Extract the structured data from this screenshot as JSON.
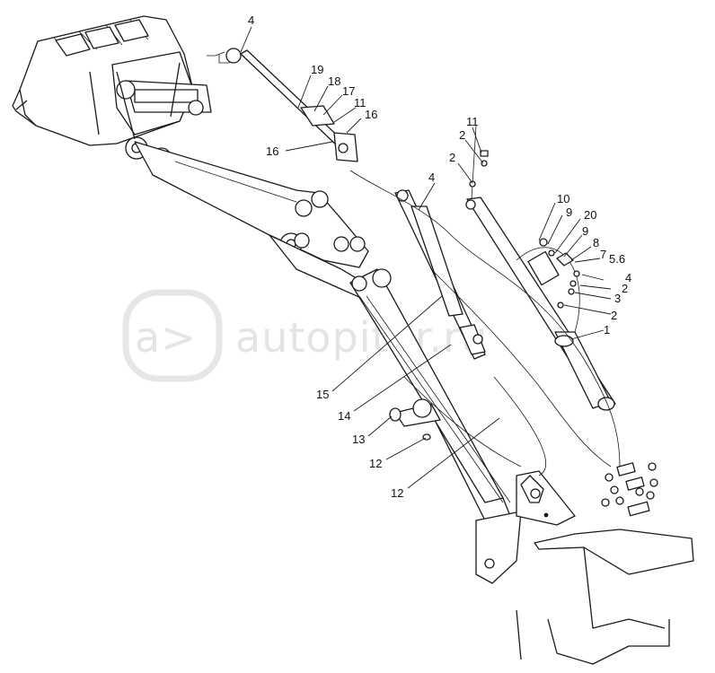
{
  "watermark": {
    "text": "autopiter.ru",
    "logo_glyph": "a>",
    "color": "#e4e4e4"
  },
  "callouts": [
    {
      "id": "c4a",
      "text": "4"
    },
    {
      "id": "c19",
      "text": "19"
    },
    {
      "id": "c18",
      "text": "18"
    },
    {
      "id": "c17",
      "text": "17"
    },
    {
      "id": "c11a",
      "text": "11"
    },
    {
      "id": "c16a",
      "text": "16"
    },
    {
      "id": "c16b",
      "text": "16"
    },
    {
      "id": "c11b",
      "text": "11"
    },
    {
      "id": "c2a",
      "text": "2"
    },
    {
      "id": "c2b",
      "text": "2"
    },
    {
      "id": "c4b",
      "text": "4"
    },
    {
      "id": "c10",
      "text": "10"
    },
    {
      "id": "c9a",
      "text": "9"
    },
    {
      "id": "c20",
      "text": "20"
    },
    {
      "id": "c9b",
      "text": "9"
    },
    {
      "id": "c8",
      "text": "8"
    },
    {
      "id": "c7",
      "text": "7"
    },
    {
      "id": "c56",
      "text": "5.6"
    },
    {
      "id": "c4c",
      "text": "4"
    },
    {
      "id": "c2c",
      "text": "2"
    },
    {
      "id": "c3",
      "text": "3"
    },
    {
      "id": "c2d",
      "text": "2"
    },
    {
      "id": "c1",
      "text": "1"
    },
    {
      "id": "c15",
      "text": "15"
    },
    {
      "id": "c14",
      "text": "14"
    },
    {
      "id": "c13",
      "text": "13"
    },
    {
      "id": "c12a",
      "text": "12"
    },
    {
      "id": "c12b",
      "text": "12"
    }
  ]
}
